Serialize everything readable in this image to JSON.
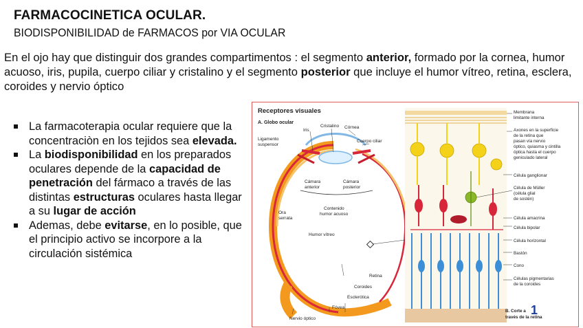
{
  "slide": {
    "title": "FARMACOCINETICA OCULAR.",
    "subtitle": "BIODISPONIBILIDAD de FARMACOS por VIA OCULAR",
    "intro": [
      {
        "t": "En el ojo hay que distinguir dos grandes compartimentos : el segmento ",
        "b": false
      },
      {
        "t": "anterior,",
        "b": true
      },
      {
        "t": " formado por la cornea, humor acuoso, iris, pupila, cuerpo ciliar y cristalino y el segmento ",
        "b": false
      },
      {
        "t": "posterior",
        "b": true
      },
      {
        "t": " que incluye el humor vítreo, retina, esclera, coroides y nervio óptico",
        "b": false
      }
    ],
    "bullets": [
      [
        {
          "t": "La farmacoterapia ocular requiere que la concentraciòn en los tejidos sea ",
          "b": false
        },
        {
          "t": "elevada.",
          "b": true
        }
      ],
      [
        {
          "t": "La ",
          "b": false
        },
        {
          "t": "biodisponibilidad",
          "b": true
        },
        {
          "t": " en los preparados oculares depende  de la ",
          "b": false
        },
        {
          "t": "capacidad de penetración",
          "b": true
        },
        {
          "t": " del fármaco a través de las distintas ",
          "b": false
        },
        {
          "t": "estructuras",
          "b": true
        },
        {
          "t": " oculares hasta llegar a su ",
          "b": false
        },
        {
          "t": "lugar de acción",
          "b": true
        }
      ],
      [
        {
          "t": "Ademas, debe ",
          "b": false
        },
        {
          "t": "evitarse",
          "b": true
        },
        {
          "t": ", en lo posible, que el principio activo se incorpore a la circulación sistémica",
          "b": false
        }
      ]
    ],
    "page_number": "1"
  },
  "figure": {
    "heading": "Receptores visuales",
    "panel_a": "A. Globo ocular",
    "panel_b_line1": "B. Corte a",
    "panel_b_line2": "través de la retina",
    "eye_labels": {
      "iris": "Iris",
      "cristalino": "Cristalino",
      "cornea": "Córnea",
      "ligamento1": "Ligamento",
      "ligamento2": "suspensor",
      "cuerpo_ciliar": "Cuerpo ciliar",
      "camara_ant1": "Cámara",
      "camara_ant2": "anterior",
      "camara_post1": "Cámara",
      "camara_post2": "posterior",
      "contenido1": "Contenido",
      "contenido2": "humor acuoso",
      "ora1": "Ora",
      "ora2": "serrata",
      "humor_vitreo": "Humor vítreo",
      "retina": "Retina",
      "coroides": "Coroides",
      "esclerotica": "Esclerótica",
      "fovea": "Fóvea",
      "nervio_optico": "Nervio óptico"
    },
    "retina_labels": {
      "membrana1": "Membrana",
      "membrana2": "limitante interna",
      "axones1": "Axones en la superficie",
      "axones2": "de la retina que",
      "axones3": "pasan vía nervio",
      "axones4": "óptico, quiasma y cintilla",
      "axones5": "óptica hasta el cuerpo",
      "axones6": "geniculado lateral",
      "ganglionar": "Célula ganglionar",
      "muller1": "Célula de Müller",
      "muller2": "(célula glial",
      "muller3": "de sostén)",
      "amacrina": "Célula amacrina",
      "bipolar": "Célula bipolar",
      "horizontal": "Célula horizontal",
      "baston": "Bastón",
      "cono": "Cono",
      "pigment1": "Células pigmentarias",
      "pigment2": "de la coroides"
    },
    "colors": {
      "border": "#e05a5a",
      "sclera_orange": "#f39a1e",
      "retina_red": "#d8263a",
      "ganglion_yellow": "#f5d21a",
      "photoreceptor_blue": "#3c8fd6",
      "muller_green": "#8ab82a"
    }
  }
}
